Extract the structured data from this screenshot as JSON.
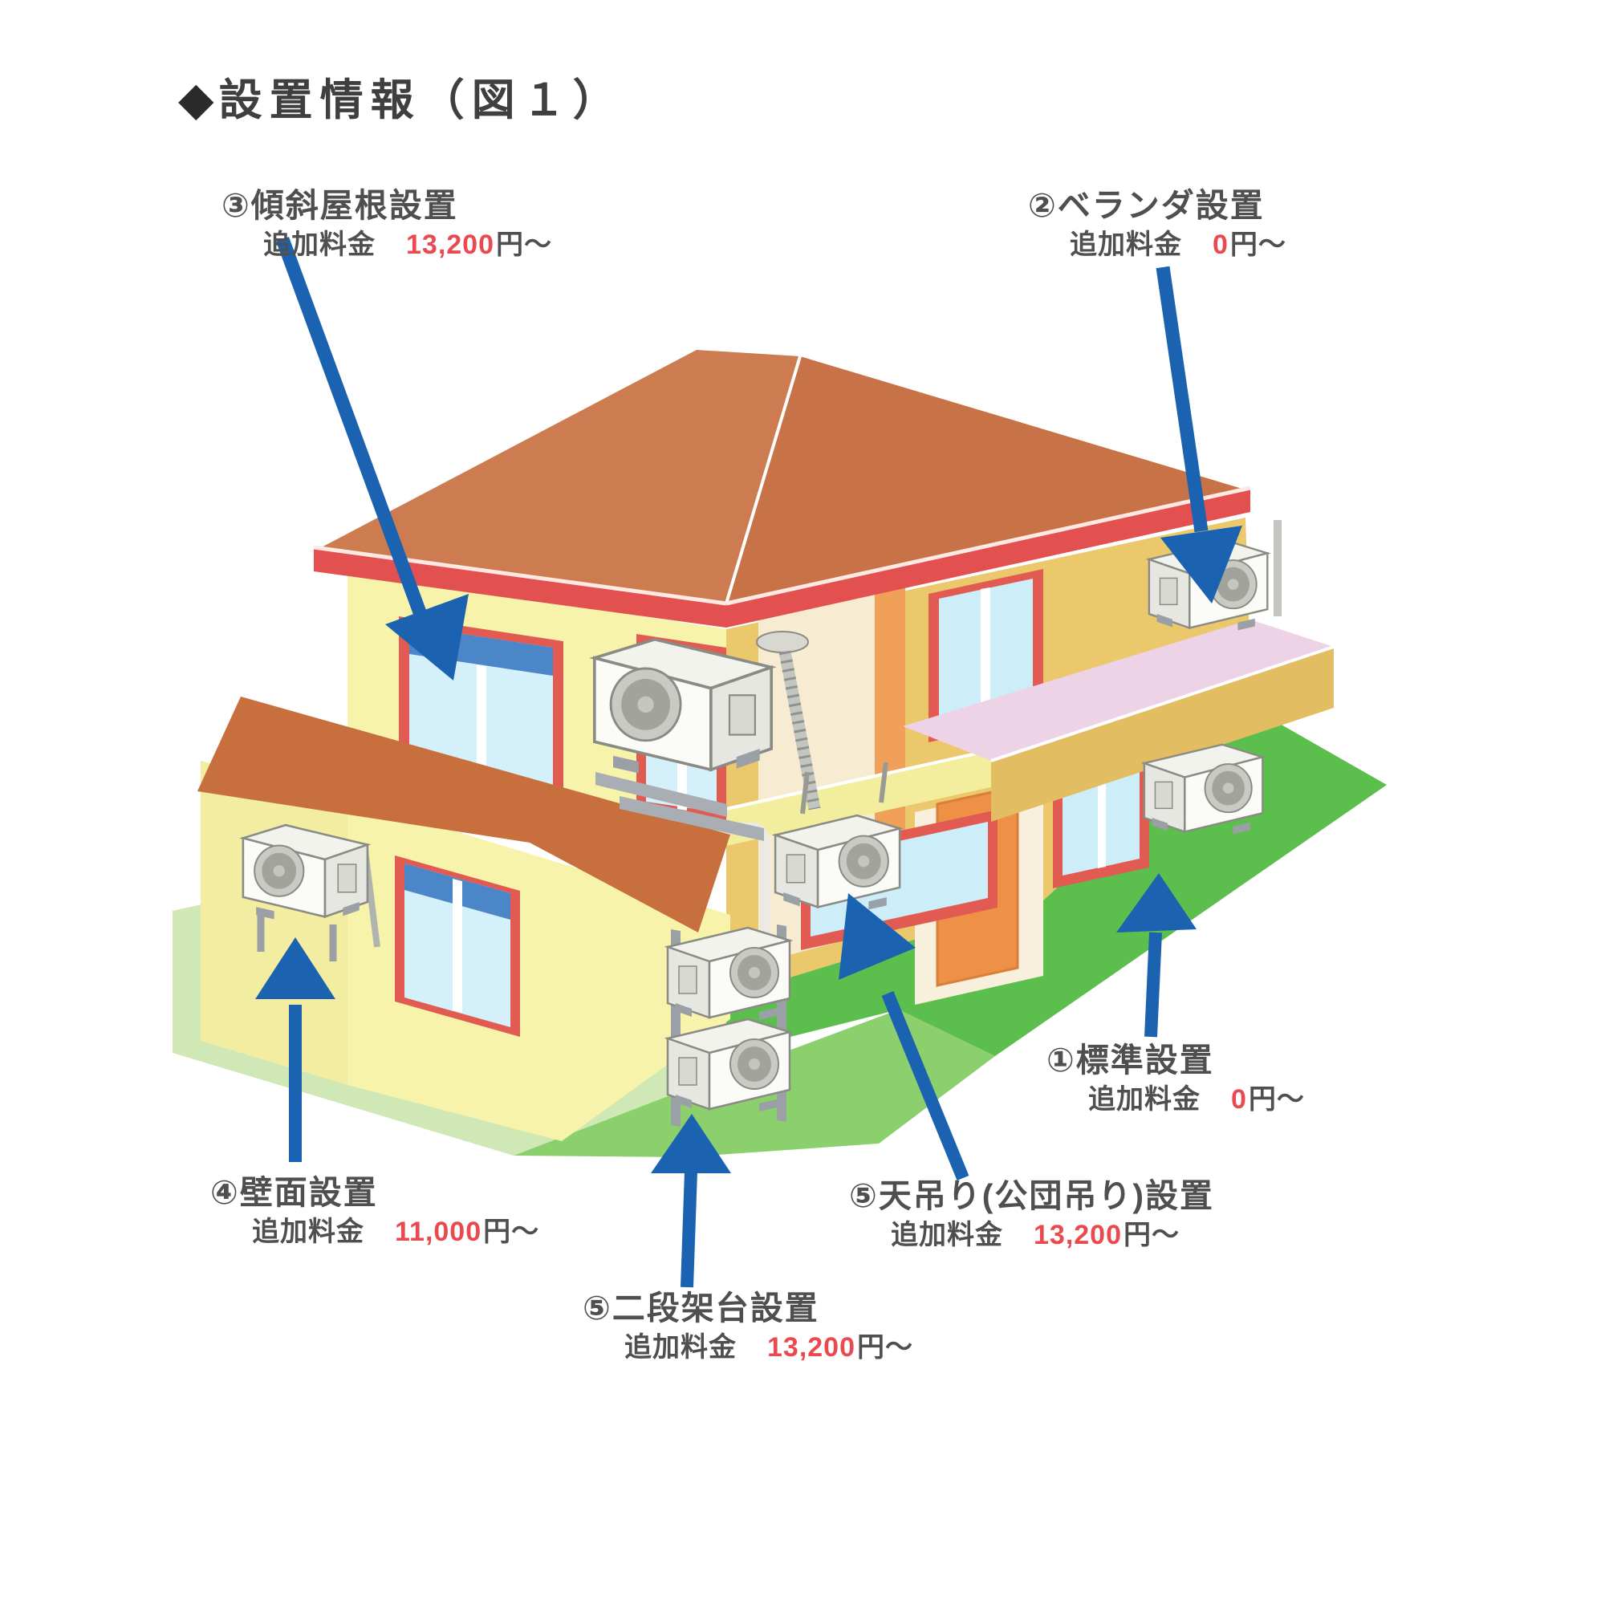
{
  "title": {
    "diamond": "◆",
    "text": "設置情報（図１）"
  },
  "callouts": {
    "sloped_roof": {
      "name": "③傾斜屋根設置",
      "fee_label": "追加料金",
      "price": "13,200",
      "suffix": "円～"
    },
    "veranda": {
      "name": "②ベランダ設置",
      "fee_label": "追加料金",
      "price": "0",
      "suffix": "円～"
    },
    "wall": {
      "name": "④壁面設置",
      "fee_label": "追加料金",
      "price": "11,000",
      "suffix": "円～"
    },
    "two_tier": {
      "name": "⑤二段架台設置",
      "fee_label": "追加料金",
      "price": "13,200",
      "suffix": "円～"
    },
    "ceiling": {
      "name": "⑤天吊り(公団吊り)設置",
      "fee_label": "追加料金",
      "price": "13,200",
      "suffix": "円～"
    },
    "standard": {
      "name": "①標準設置",
      "fee_label": "追加料金",
      "price": "0",
      "suffix": "円～"
    }
  },
  "colors": {
    "price_red": "#e9494f",
    "arrow_blue": "#1b63b1",
    "roof_orange_front": "#cc7c50",
    "roof_orange_right": "#c87248",
    "lower_roof_orange": "#c86f3e",
    "eave_red": "#e2504f",
    "wall_pale_yellow": "#f7f3ab",
    "wall_mustard": "#eac86b",
    "recess_cream": "#f7ecd2",
    "door_orange": "#ee9147",
    "window_frame_red": "#e25b52",
    "window_glass_blue": "#cdeef9",
    "window_band_blue": "#4b86c9",
    "balcony_tan": "#e2bd62",
    "balcony_floor_pink": "#eed2e6",
    "ground_green_bright": "#5cbe4d",
    "ground_green_mid": "#8ccf6d",
    "ground_green_pale": "#cfe8b6",
    "title_gray": "#3f3f3f"
  }
}
